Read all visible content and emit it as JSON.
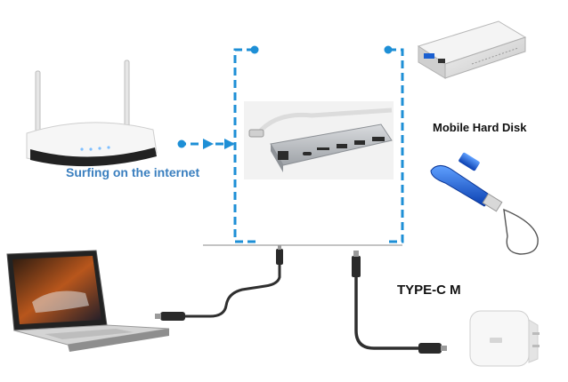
{
  "labels": {
    "internet": "Surfing on the internet",
    "hard_disk": "Mobile Hard Disk",
    "type_c": "TYPE-C M"
  },
  "colors": {
    "accent_blue": "#1e8fd6",
    "internet_text": "#3a7fbf",
    "label_text": "#111111",
    "hub_silver": "#b9bcc0",
    "router_white": "#f4f4f4",
    "cable_black": "#1b1b1b"
  },
  "icons": [
    "router-icon",
    "usb-c-hub-icon",
    "laptop-icon",
    "hard-disk-icon",
    "usb-flash-drive-icon",
    "power-adapter-icon",
    "usb-c-cable-icon"
  ]
}
